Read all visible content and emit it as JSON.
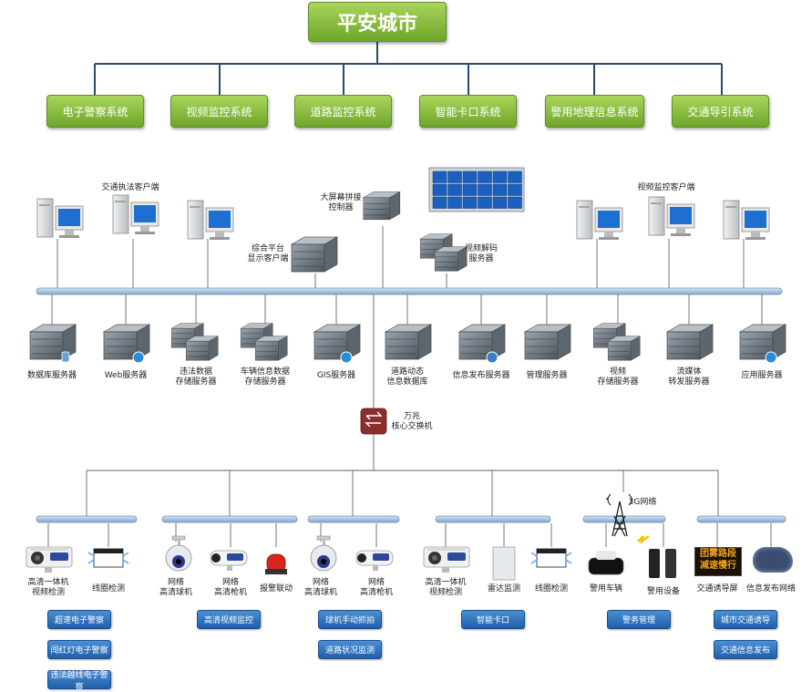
{
  "title": "平安城市",
  "systems": [
    "电子警察系统",
    "视频监控系统",
    "道路监控系统",
    "智能卡口系统",
    "警用地理信息系统",
    "交通导引系统"
  ],
  "clients": {
    "traffic_client": "交通执法客户端",
    "video_client": "视频监控客户端",
    "platform_display": [
      "综合平台",
      "显示客户端"
    ],
    "screen_controller": [
      "大屏幕拼接",
      "控制器"
    ],
    "video_decoder": [
      "视频解码",
      "服务器"
    ]
  },
  "servers": [
    [
      "数据库服务器"
    ],
    [
      "Web服务器"
    ],
    [
      "违法数据",
      "存储服务器"
    ],
    [
      "车辆信息数据",
      "存储服务器"
    ],
    [
      "GIS服务器"
    ],
    [
      "道路动态",
      "信息数据库"
    ],
    [
      "信息发布服务器"
    ],
    [
      "管理服务器"
    ],
    [
      "视频",
      "存储服务器"
    ],
    [
      "流媒体",
      "转发服务器"
    ],
    [
      "应用服务器"
    ]
  ],
  "core_switch": [
    "万兆",
    "核心交换机"
  ],
  "network_3g": "3G网络",
  "led_text": [
    "团雾路段",
    "减速慢行"
  ],
  "devices": [
    [
      "高清一体机",
      "视频检测"
    ],
    [
      "线圈检测"
    ],
    [
      "网络",
      "高清球机"
    ],
    [
      "网络",
      "高清枪机"
    ],
    [
      "报警联动"
    ],
    [
      "网络",
      "高清球机"
    ],
    [
      "网络",
      "高清枪机"
    ],
    [
      "高清一体机",
      "视频检测"
    ],
    [
      "雷达监测"
    ],
    [
      "线圈检测"
    ],
    [
      "警用车辆"
    ],
    [
      "警用设备"
    ],
    [
      "交通诱导屏"
    ],
    [
      "信息发布网络"
    ]
  ],
  "functions": {
    "group1": [
      "超速电子警察",
      "闯红灯电子警察",
      "违法越线电子警察"
    ],
    "group2": [
      "高清视频监控"
    ],
    "group3": [
      "球机手动抓拍",
      "道路状况监测"
    ],
    "group4": [
      "智能卡口"
    ],
    "group5": [
      "警务管理"
    ],
    "group6": [
      "城市交通诱导",
      "交通信息发布"
    ]
  }
}
